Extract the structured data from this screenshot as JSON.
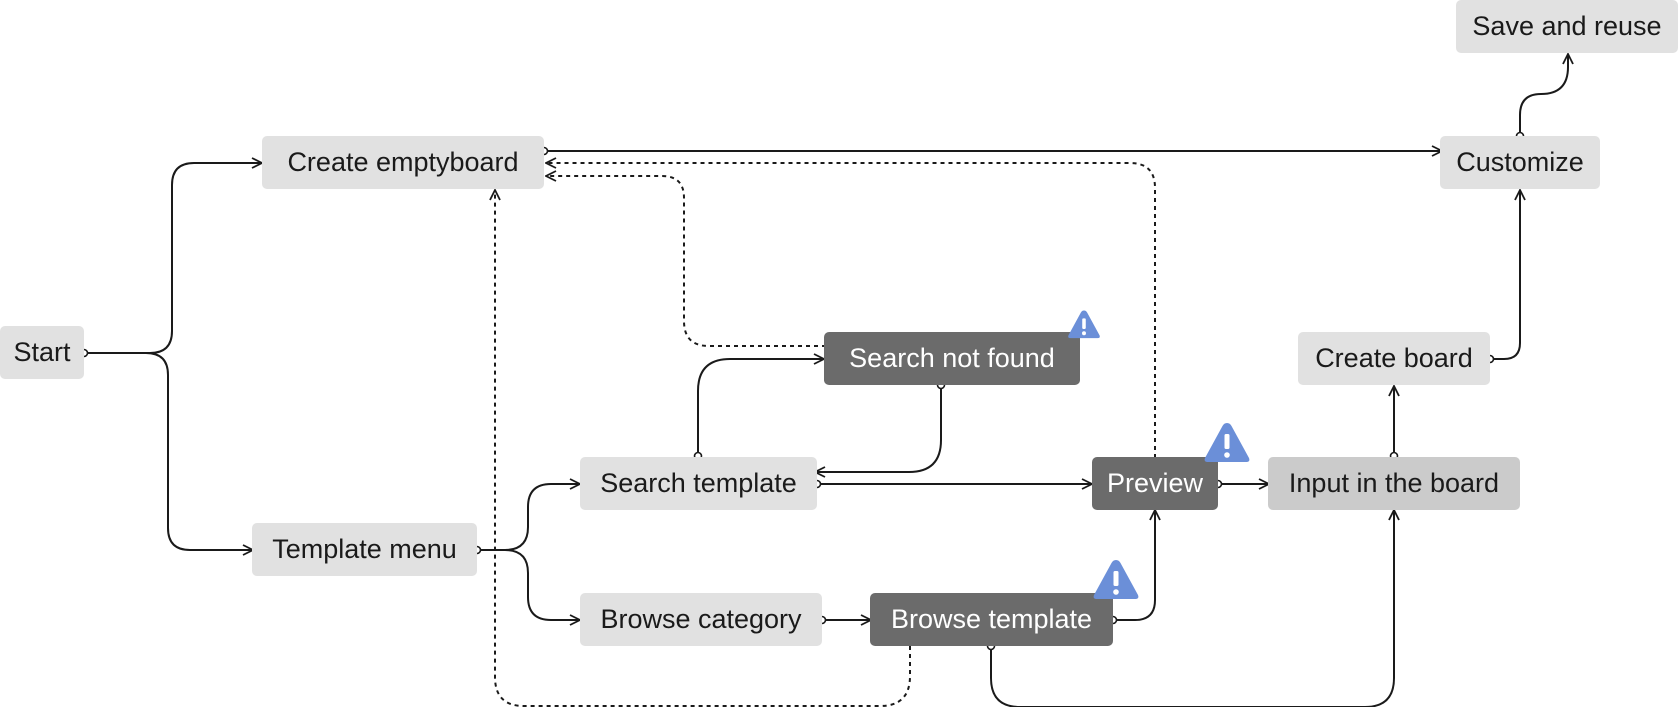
{
  "nodes": {
    "start": "Start",
    "create_emptyboard": "Create emptyboard",
    "template_menu": "Template menu",
    "search_template": "Search template",
    "search_not_found": "Search not found",
    "browse_category": "Browse category",
    "browse_template": "Browse template",
    "preview": "Preview",
    "input_in_board": "Input in the board",
    "create_board": "Create board",
    "customize": "Customize",
    "save_and_reuse": "Save and reuse"
  },
  "colors": {
    "node_light": "#e1e1e1",
    "node_mid": "#cbcbcb",
    "node_dark": "#6b6b6b",
    "warning": "#6b8fd8",
    "line": "#1a1a1a"
  },
  "icons": {
    "warning": "warning-triangle-icon"
  }
}
